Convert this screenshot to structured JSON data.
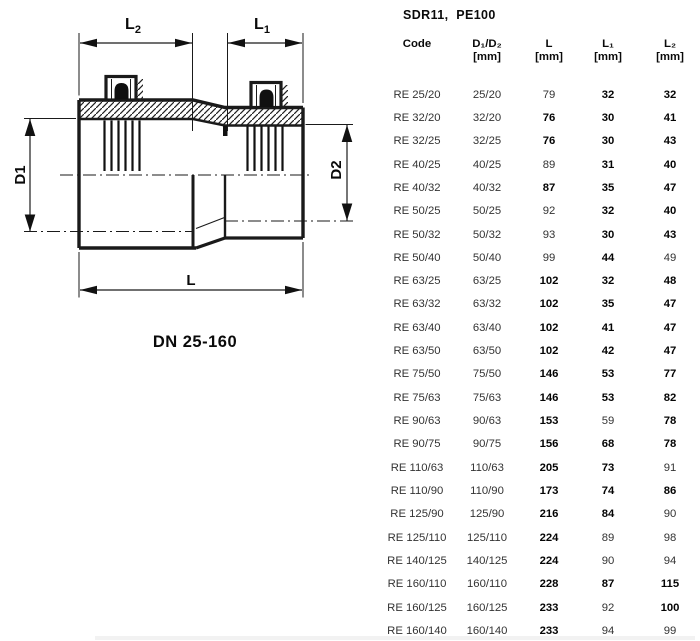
{
  "drawing": {
    "labels": {
      "l2_main": "L",
      "l2_sub": "2",
      "l1_main": "L",
      "l1_sub": "1",
      "d1": "D1",
      "d2": "D2",
      "l": "L",
      "dn_range": "DN 25-160"
    },
    "line_color": "#1a1a1a"
  },
  "table": {
    "title": "SDR11,  PE100",
    "headers": {
      "code": "Code",
      "dd_main": "D₁/D₂",
      "dd_unit": "[mm]",
      "l_main": "L",
      "l_unit": "[mm]",
      "l1_main": "L₁",
      "l1_unit": "[mm]",
      "l2_main": "L₂",
      "l2_unit": "[mm]"
    },
    "rows": [
      {
        "code": "RE 25/20",
        "dd": "25/20",
        "l": [
          "79",
          0
        ],
        "l1": [
          "32",
          1
        ],
        "l2": [
          "32",
          1
        ]
      },
      {
        "code": "RE 32/20",
        "dd": "32/20",
        "l": [
          "76",
          1
        ],
        "l1": [
          "30",
          1
        ],
        "l2": [
          "41",
          1
        ]
      },
      {
        "code": "RE 32/25",
        "dd": "32/25",
        "l": [
          "76",
          1
        ],
        "l1": [
          "30",
          1
        ],
        "l2": [
          "43",
          1
        ]
      },
      {
        "code": "RE 40/25",
        "dd": "40/25",
        "l": [
          "89",
          0
        ],
        "l1": [
          "31",
          1
        ],
        "l2": [
          "40",
          1
        ]
      },
      {
        "code": "RE 40/32",
        "dd": "40/32",
        "l": [
          "87",
          1
        ],
        "l1": [
          "35",
          1
        ],
        "l2": [
          "47",
          1
        ]
      },
      {
        "code": "RE 50/25",
        "dd": "50/25",
        "l": [
          "92",
          0
        ],
        "l1": [
          "32",
          1
        ],
        "l2": [
          "40",
          1
        ]
      },
      {
        "code": "RE 50/32",
        "dd": "50/32",
        "l": [
          "93",
          0
        ],
        "l1": [
          "30",
          1
        ],
        "l2": [
          "43",
          1
        ]
      },
      {
        "code": "RE 50/40",
        "dd": "50/40",
        "l": [
          "99",
          0
        ],
        "l1": [
          "44",
          1
        ],
        "l2": [
          "49",
          0
        ]
      },
      {
        "code": "RE 63/25",
        "dd": "63/25",
        "l": [
          "102",
          1
        ],
        "l1": [
          "32",
          1
        ],
        "l2": [
          "48",
          1
        ]
      },
      {
        "code": "RE 63/32",
        "dd": "63/32",
        "l": [
          "102",
          1
        ],
        "l1": [
          "35",
          1
        ],
        "l2": [
          "47",
          1
        ]
      },
      {
        "code": "RE 63/40",
        "dd": "63/40",
        "l": [
          "102",
          1
        ],
        "l1": [
          "41",
          1
        ],
        "l2": [
          "47",
          1
        ]
      },
      {
        "code": "RE 63/50",
        "dd": "63/50",
        "l": [
          "102",
          1
        ],
        "l1": [
          "42",
          1
        ],
        "l2": [
          "47",
          1
        ]
      },
      {
        "code": "RE 75/50",
        "dd": "75/50",
        "l": [
          "146",
          1
        ],
        "l1": [
          "53",
          1
        ],
        "l2": [
          "77",
          1
        ]
      },
      {
        "code": "RE 75/63",
        "dd": "75/63",
        "l": [
          "146",
          1
        ],
        "l1": [
          "53",
          1
        ],
        "l2": [
          "82",
          1
        ]
      },
      {
        "code": "RE 90/63",
        "dd": "90/63",
        "l": [
          "153",
          1
        ],
        "l1": [
          "59",
          0
        ],
        "l2": [
          "78",
          1
        ]
      },
      {
        "code": "RE 90/75",
        "dd": "90/75",
        "l": [
          "156",
          1
        ],
        "l1": [
          "68",
          1
        ],
        "l2": [
          "78",
          1
        ]
      },
      {
        "code": "RE 110/63",
        "dd": "110/63",
        "l": [
          "205",
          1
        ],
        "l1": [
          "73",
          1
        ],
        "l2": [
          "91",
          0
        ]
      },
      {
        "code": "RE 110/90",
        "dd": "110/90",
        "l": [
          "173",
          1
        ],
        "l1": [
          "74",
          1
        ],
        "l2": [
          "86",
          1
        ]
      },
      {
        "code": "RE 125/90",
        "dd": "125/90",
        "l": [
          "216",
          1
        ],
        "l1": [
          "84",
          1
        ],
        "l2": [
          "90",
          0
        ]
      },
      {
        "code": "RE 125/110",
        "dd": "125/110",
        "l": [
          "224",
          1
        ],
        "l1": [
          "89",
          0
        ],
        "l2": [
          "98",
          0
        ]
      },
      {
        "code": "RE 140/125",
        "dd": "140/125",
        "l": [
          "224",
          1
        ],
        "l1": [
          "90",
          0
        ],
        "l2": [
          "94",
          0
        ]
      },
      {
        "code": "RE 160/110",
        "dd": "160/110",
        "l": [
          "228",
          1
        ],
        "l1": [
          "87",
          1
        ],
        "l2": [
          "115",
          1
        ]
      },
      {
        "code": "RE 160/125",
        "dd": "160/125",
        "l": [
          "233",
          1
        ],
        "l1": [
          "92",
          0
        ],
        "l2": [
          "100",
          1
        ]
      },
      {
        "code": "RE 160/140",
        "dd": "160/140",
        "l": [
          "233",
          1
        ],
        "l1": [
          "94",
          0
        ],
        "l2": [
          "99",
          0
        ]
      }
    ]
  }
}
